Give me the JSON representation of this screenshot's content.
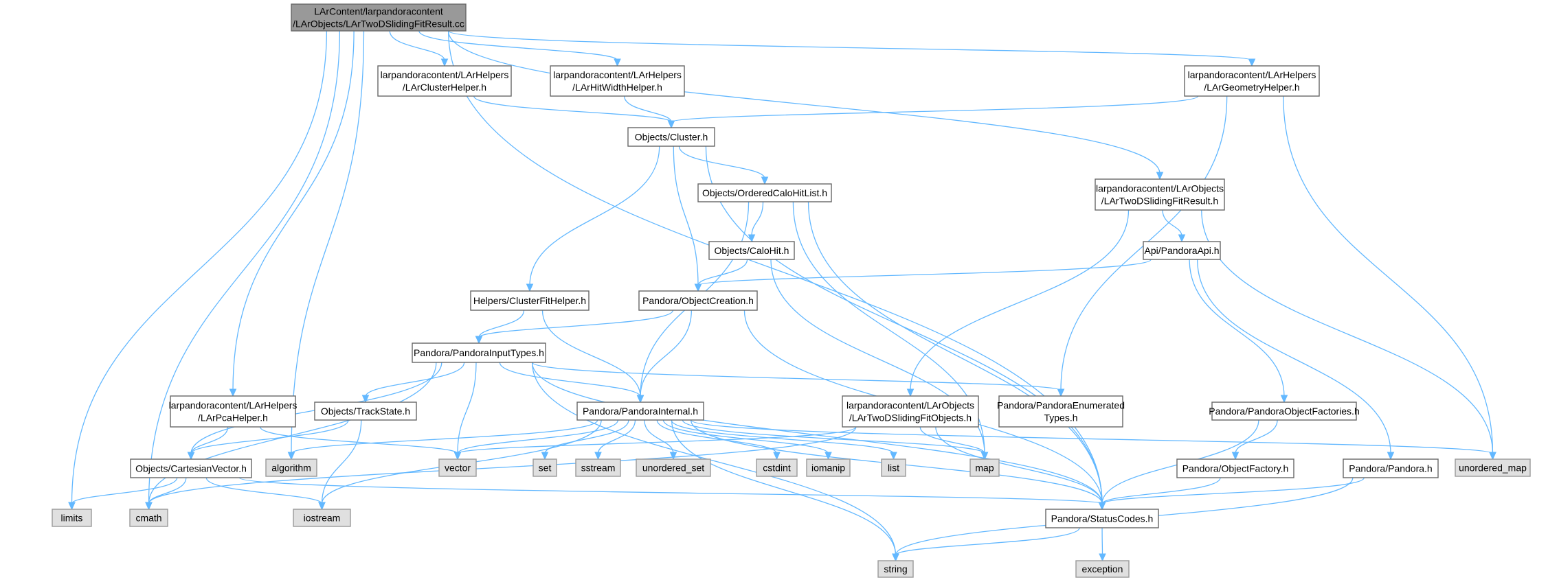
{
  "graph": {
    "colors": {
      "edge": "#63b8ff",
      "focus_fill": "#999999",
      "system_fill": "#e0e0e0",
      "node_border": "#666666"
    },
    "nodes": [
      {
        "id": "root",
        "lines": [
          "LArContent/larpandoracontent",
          "/LArObjects/LArTwoDSlidingFitResult.cc"
        ],
        "kind": "focus"
      },
      {
        "id": "clusterHelper",
        "lines": [
          "larpandoracontent/LArHelpers",
          "/LArClusterHelper.h"
        ],
        "kind": "normal"
      },
      {
        "id": "hitWidthHelper",
        "lines": [
          "larpandoracontent/LArHelpers",
          "/LArHitWidthHelper.h"
        ],
        "kind": "normal"
      },
      {
        "id": "geometryHelper",
        "lines": [
          "larpandoracontent/LArHelpers",
          "/LArGeometryHelper.h"
        ],
        "kind": "normal"
      },
      {
        "id": "cluster",
        "lines": [
          "Objects/Cluster.h"
        ],
        "kind": "normal"
      },
      {
        "id": "slidingFitResult",
        "lines": [
          "larpandoracontent/LArObjects",
          "/LArTwoDSlidingFitResult.h"
        ],
        "kind": "normal"
      },
      {
        "id": "orderedCaloHitList",
        "lines": [
          "Objects/OrderedCaloHitList.h"
        ],
        "kind": "normal"
      },
      {
        "id": "caloHit",
        "lines": [
          "Objects/CaloHit.h"
        ],
        "kind": "normal"
      },
      {
        "id": "pandoraApi",
        "lines": [
          "Api/PandoraApi.h"
        ],
        "kind": "normal"
      },
      {
        "id": "clusterFitHelper",
        "lines": [
          "Helpers/ClusterFitHelper.h"
        ],
        "kind": "normal"
      },
      {
        "id": "objectCreation",
        "lines": [
          "Pandora/ObjectCreation.h"
        ],
        "kind": "normal"
      },
      {
        "id": "inputTypes",
        "lines": [
          "Pandora/PandoraInputTypes.h"
        ],
        "kind": "normal"
      },
      {
        "id": "pcaHelper",
        "lines": [
          "larpandoracontent/LArHelpers",
          "/LArPcaHelper.h"
        ],
        "kind": "normal"
      },
      {
        "id": "trackState",
        "lines": [
          "Objects/TrackState.h"
        ],
        "kind": "normal"
      },
      {
        "id": "pandoraInternal",
        "lines": [
          "Pandora/PandoraInternal.h"
        ],
        "kind": "normal"
      },
      {
        "id": "slidingFitObjects",
        "lines": [
          "larpandoracontent/LArObjects",
          "/LArTwoDSlidingFitObjects.h"
        ],
        "kind": "normal"
      },
      {
        "id": "enumeratedTypes",
        "lines": [
          "Pandora/PandoraEnumerated",
          "Types.h"
        ],
        "kind": "normal"
      },
      {
        "id": "objectFactories",
        "lines": [
          "Pandora/PandoraObjectFactories.h"
        ],
        "kind": "normal"
      },
      {
        "id": "cartesianVector",
        "lines": [
          "Objects/CartesianVector.h"
        ],
        "kind": "normal"
      },
      {
        "id": "algorithm",
        "lines": [
          "algorithm"
        ],
        "kind": "system"
      },
      {
        "id": "vector",
        "lines": [
          "vector"
        ],
        "kind": "system"
      },
      {
        "id": "set",
        "lines": [
          "set"
        ],
        "kind": "system"
      },
      {
        "id": "sstream",
        "lines": [
          "sstream"
        ],
        "kind": "system"
      },
      {
        "id": "unordered_set",
        "lines": [
          "unordered_set"
        ],
        "kind": "system"
      },
      {
        "id": "cstdint",
        "lines": [
          "cstdint"
        ],
        "kind": "system"
      },
      {
        "id": "iomanip",
        "lines": [
          "iomanip"
        ],
        "kind": "system"
      },
      {
        "id": "list",
        "lines": [
          "list"
        ],
        "kind": "system"
      },
      {
        "id": "map",
        "lines": [
          "map"
        ],
        "kind": "system"
      },
      {
        "id": "objectFactory",
        "lines": [
          "Pandora/ObjectFactory.h"
        ],
        "kind": "normal"
      },
      {
        "id": "pandora",
        "lines": [
          "Pandora/Pandora.h"
        ],
        "kind": "normal"
      },
      {
        "id": "unordered_map",
        "lines": [
          "unordered_map"
        ],
        "kind": "system"
      },
      {
        "id": "limits",
        "lines": [
          "limits"
        ],
        "kind": "system"
      },
      {
        "id": "cmath",
        "lines": [
          "cmath"
        ],
        "kind": "system"
      },
      {
        "id": "iostream",
        "lines": [
          "iostream"
        ],
        "kind": "system"
      },
      {
        "id": "statusCodes",
        "lines": [
          "Pandora/StatusCodes.h"
        ],
        "kind": "normal"
      },
      {
        "id": "string",
        "lines": [
          "string"
        ],
        "kind": "system"
      },
      {
        "id": "exception",
        "lines": [
          "exception"
        ],
        "kind": "system"
      }
    ],
    "edges": [
      {
        "from": "root",
        "to": "clusterHelper"
      },
      {
        "from": "root",
        "to": "hitWidthHelper"
      },
      {
        "from": "root",
        "to": "geometryHelper"
      },
      {
        "from": "root",
        "to": "slidingFitResult"
      },
      {
        "from": "root",
        "to": "pcaHelper"
      },
      {
        "from": "root",
        "to": "algorithm"
      },
      {
        "from": "root",
        "to": "limits"
      },
      {
        "from": "root",
        "to": "cmath"
      },
      {
        "from": "root",
        "to": "statusCodes"
      },
      {
        "from": "clusterHelper",
        "to": "cluster"
      },
      {
        "from": "hitWidthHelper",
        "to": "cluster"
      },
      {
        "from": "geometryHelper",
        "to": "cluster"
      },
      {
        "from": "geometryHelper",
        "to": "enumeratedTypes"
      },
      {
        "from": "geometryHelper",
        "to": "unordered_map"
      },
      {
        "from": "cluster",
        "to": "orderedCaloHitList"
      },
      {
        "from": "cluster",
        "to": "clusterFitHelper"
      },
      {
        "from": "cluster",
        "to": "objectCreation"
      },
      {
        "from": "cluster",
        "to": "statusCodes"
      },
      {
        "from": "slidingFitResult",
        "to": "pandoraApi"
      },
      {
        "from": "slidingFitResult",
        "to": "slidingFitObjects"
      },
      {
        "from": "slidingFitResult",
        "to": "unordered_map"
      },
      {
        "from": "orderedCaloHitList",
        "to": "caloHit"
      },
      {
        "from": "orderedCaloHitList",
        "to": "pandoraInternal"
      },
      {
        "from": "orderedCaloHitList",
        "to": "statusCodes"
      },
      {
        "from": "orderedCaloHitList",
        "to": "map"
      },
      {
        "from": "caloHit",
        "to": "objectCreation"
      },
      {
        "from": "caloHit",
        "to": "map"
      },
      {
        "from": "pandoraApi",
        "to": "objectCreation"
      },
      {
        "from": "pandoraApi",
        "to": "objectFactories"
      },
      {
        "from": "pandoraApi",
        "to": "pandora"
      },
      {
        "from": "clusterFitHelper",
        "to": "inputTypes"
      },
      {
        "from": "clusterFitHelper",
        "to": "pandoraInternal"
      },
      {
        "from": "objectCreation",
        "to": "inputTypes"
      },
      {
        "from": "objectCreation",
        "to": "pandoraInternal"
      },
      {
        "from": "objectCreation",
        "to": "statusCodes"
      },
      {
        "from": "inputTypes",
        "to": "trackState"
      },
      {
        "from": "inputTypes",
        "to": "pandoraInternal"
      },
      {
        "from": "inputTypes",
        "to": "enumeratedTypes"
      },
      {
        "from": "inputTypes",
        "to": "cartesianVector"
      },
      {
        "from": "inputTypes",
        "to": "vector"
      },
      {
        "from": "inputTypes",
        "to": "cmath"
      },
      {
        "from": "inputTypes",
        "to": "string"
      },
      {
        "from": "inputTypes",
        "to": "statusCodes"
      },
      {
        "from": "pcaHelper",
        "to": "cartesianVector"
      },
      {
        "from": "pcaHelper",
        "to": "vector"
      },
      {
        "from": "trackState",
        "to": "cartesianVector"
      },
      {
        "from": "trackState",
        "to": "iostream"
      },
      {
        "from": "pandoraInternal",
        "to": "algorithm"
      },
      {
        "from": "pandoraInternal",
        "to": "vector"
      },
      {
        "from": "pandoraInternal",
        "to": "set"
      },
      {
        "from": "pandoraInternal",
        "to": "sstream"
      },
      {
        "from": "pandoraInternal",
        "to": "unordered_set"
      },
      {
        "from": "pandoraInternal",
        "to": "cstdint"
      },
      {
        "from": "pandoraInternal",
        "to": "iomanip"
      },
      {
        "from": "pandoraInternal",
        "to": "list"
      },
      {
        "from": "pandoraInternal",
        "to": "map"
      },
      {
        "from": "pandoraInternal",
        "to": "unordered_map"
      },
      {
        "from": "pandoraInternal",
        "to": "iostream"
      },
      {
        "from": "pandoraInternal",
        "to": "string"
      },
      {
        "from": "pandoraInternal",
        "to": "statusCodes"
      },
      {
        "from": "slidingFitObjects",
        "to": "vector"
      },
      {
        "from": "slidingFitObjects",
        "to": "map"
      },
      {
        "from": "slidingFitObjects",
        "to": "cmath"
      },
      {
        "from": "slidingFitObjects",
        "to": "statusCodes"
      },
      {
        "from": "objectFactories",
        "to": "objectFactory"
      },
      {
        "from": "objectFactories",
        "to": "statusCodes"
      },
      {
        "from": "objectFactory",
        "to": "statusCodes"
      },
      {
        "from": "pandora",
        "to": "statusCodes"
      },
      {
        "from": "pandora",
        "to": "string"
      },
      {
        "from": "cartesianVector",
        "to": "limits"
      },
      {
        "from": "cartesianVector",
        "to": "cmath"
      },
      {
        "from": "cartesianVector",
        "to": "iostream"
      },
      {
        "from": "cartesianVector",
        "to": "statusCodes"
      },
      {
        "from": "statusCodes",
        "to": "string"
      },
      {
        "from": "statusCodes",
        "to": "exception"
      }
    ]
  }
}
